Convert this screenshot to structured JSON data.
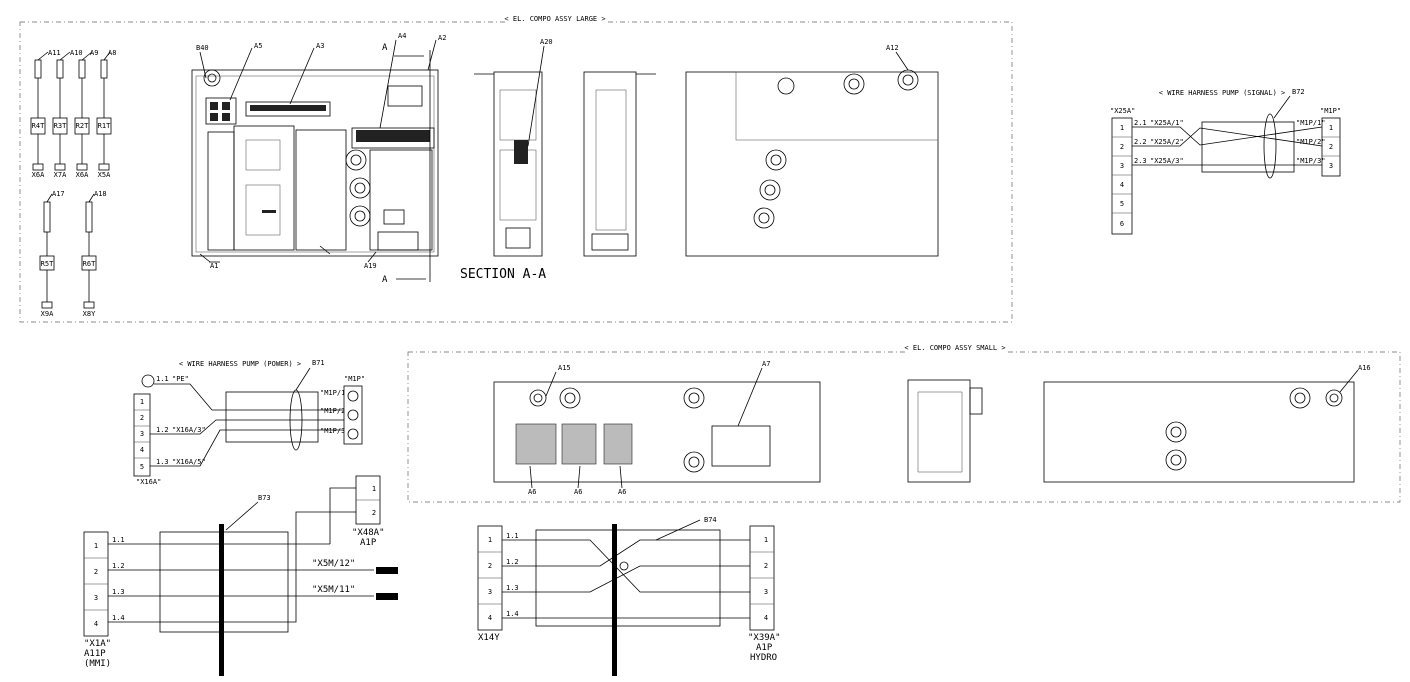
{
  "large_assy": {
    "title": "< EL. COMPO ASSY LARGE >",
    "labels": {
      "B40": "B40",
      "A5": "A5",
      "A3": "A3",
      "A4": "A4",
      "A2": "A2",
      "A20": "A20",
      "A12": "A12",
      "A1": "A1",
      "A19": "A19",
      "A_top": "A",
      "A_bot": "A",
      "A11": "A11",
      "A10": "A10",
      "A9": "A9",
      "A8": "A8",
      "A17": "A17",
      "A18": "A18"
    },
    "section": "SECTION A-A",
    "sensors_top": [
      {
        "tag": "R4T",
        "conn": "X6A"
      },
      {
        "tag": "R3T",
        "conn": "X7A"
      },
      {
        "tag": "R2T",
        "conn": "X6A"
      },
      {
        "tag": "R1T",
        "conn": "X5A"
      }
    ],
    "sensors_bottom": [
      {
        "tag": "R5T",
        "conn": "X9A"
      },
      {
        "tag": "R6T",
        "conn": "X8Y"
      }
    ]
  },
  "signal_harness": {
    "title": "< WIRE HARNESS PUMP (SIGNAL) >",
    "ref": "B72",
    "left_conn": "\"X25A\"",
    "right_conn": "\"M1P\"",
    "left_pins": [
      "1",
      "2",
      "3",
      "4",
      "5",
      "6"
    ],
    "right_pins": [
      "1",
      "2",
      "3"
    ],
    "wires": [
      {
        "num": "2.1",
        "from": "\"X25A/1\"",
        "to": "\"M1P/1\""
      },
      {
        "num": "2.2",
        "from": "\"X25A/2\"",
        "to": "\"M1P/2\""
      },
      {
        "num": "2.3",
        "from": "\"X25A/3\"",
        "to": "\"M1P/3\""
      }
    ]
  },
  "power_harness": {
    "title": "< WIRE HARNESS PUMP (POWER) >",
    "ref": "B71",
    "left_conn": "\"X16A\"",
    "right_conn": "\"M1P\"",
    "pe_wire": {
      "num": "1.1",
      "label": "\"PE\""
    },
    "left_pins": [
      "1",
      "2",
      "3",
      "4",
      "5"
    ],
    "wires": [
      {
        "num": "1.2",
        "from": "\"X16A/3\""
      },
      {
        "num": "1.3",
        "from": "\"X16A/5\""
      }
    ],
    "right_labels": [
      "\"M1P/1\"",
      "\"M1P/2\"",
      "\"M1P/3\""
    ]
  },
  "small_assy": {
    "title": "< EL. COMPO ASSY SMALL >",
    "labels": {
      "A15": "A15",
      "A7": "A7",
      "A16": "A16",
      "A6a": "A6",
      "A6b": "A6",
      "A6c": "A6"
    }
  },
  "b73": {
    "ref": "B73",
    "left_pins": [
      "1",
      "2",
      "3",
      "4"
    ],
    "wires": [
      "1.1",
      "1.2",
      "1.3",
      "1.4"
    ],
    "left_conn": [
      "\"X1A\"",
      "A11P",
      "(MMI)"
    ],
    "right_conn": [
      "\"X48A\"",
      "A1P"
    ],
    "right_pins": [
      "1",
      "2"
    ],
    "plug1": "\"X5M/12\"",
    "plug2": "\"X5M/11\""
  },
  "b74": {
    "ref": "B74",
    "left_pins": [
      "1",
      "2",
      "3",
      "4"
    ],
    "right_pins": [
      "1",
      "2",
      "3",
      "4"
    ],
    "wires": [
      "1.1",
      "1.2",
      "1.3",
      "1.4"
    ],
    "left_conn": "X14Y",
    "right_conn": [
      "\"X39A\"",
      "A1P",
      "HYDRO"
    ]
  }
}
